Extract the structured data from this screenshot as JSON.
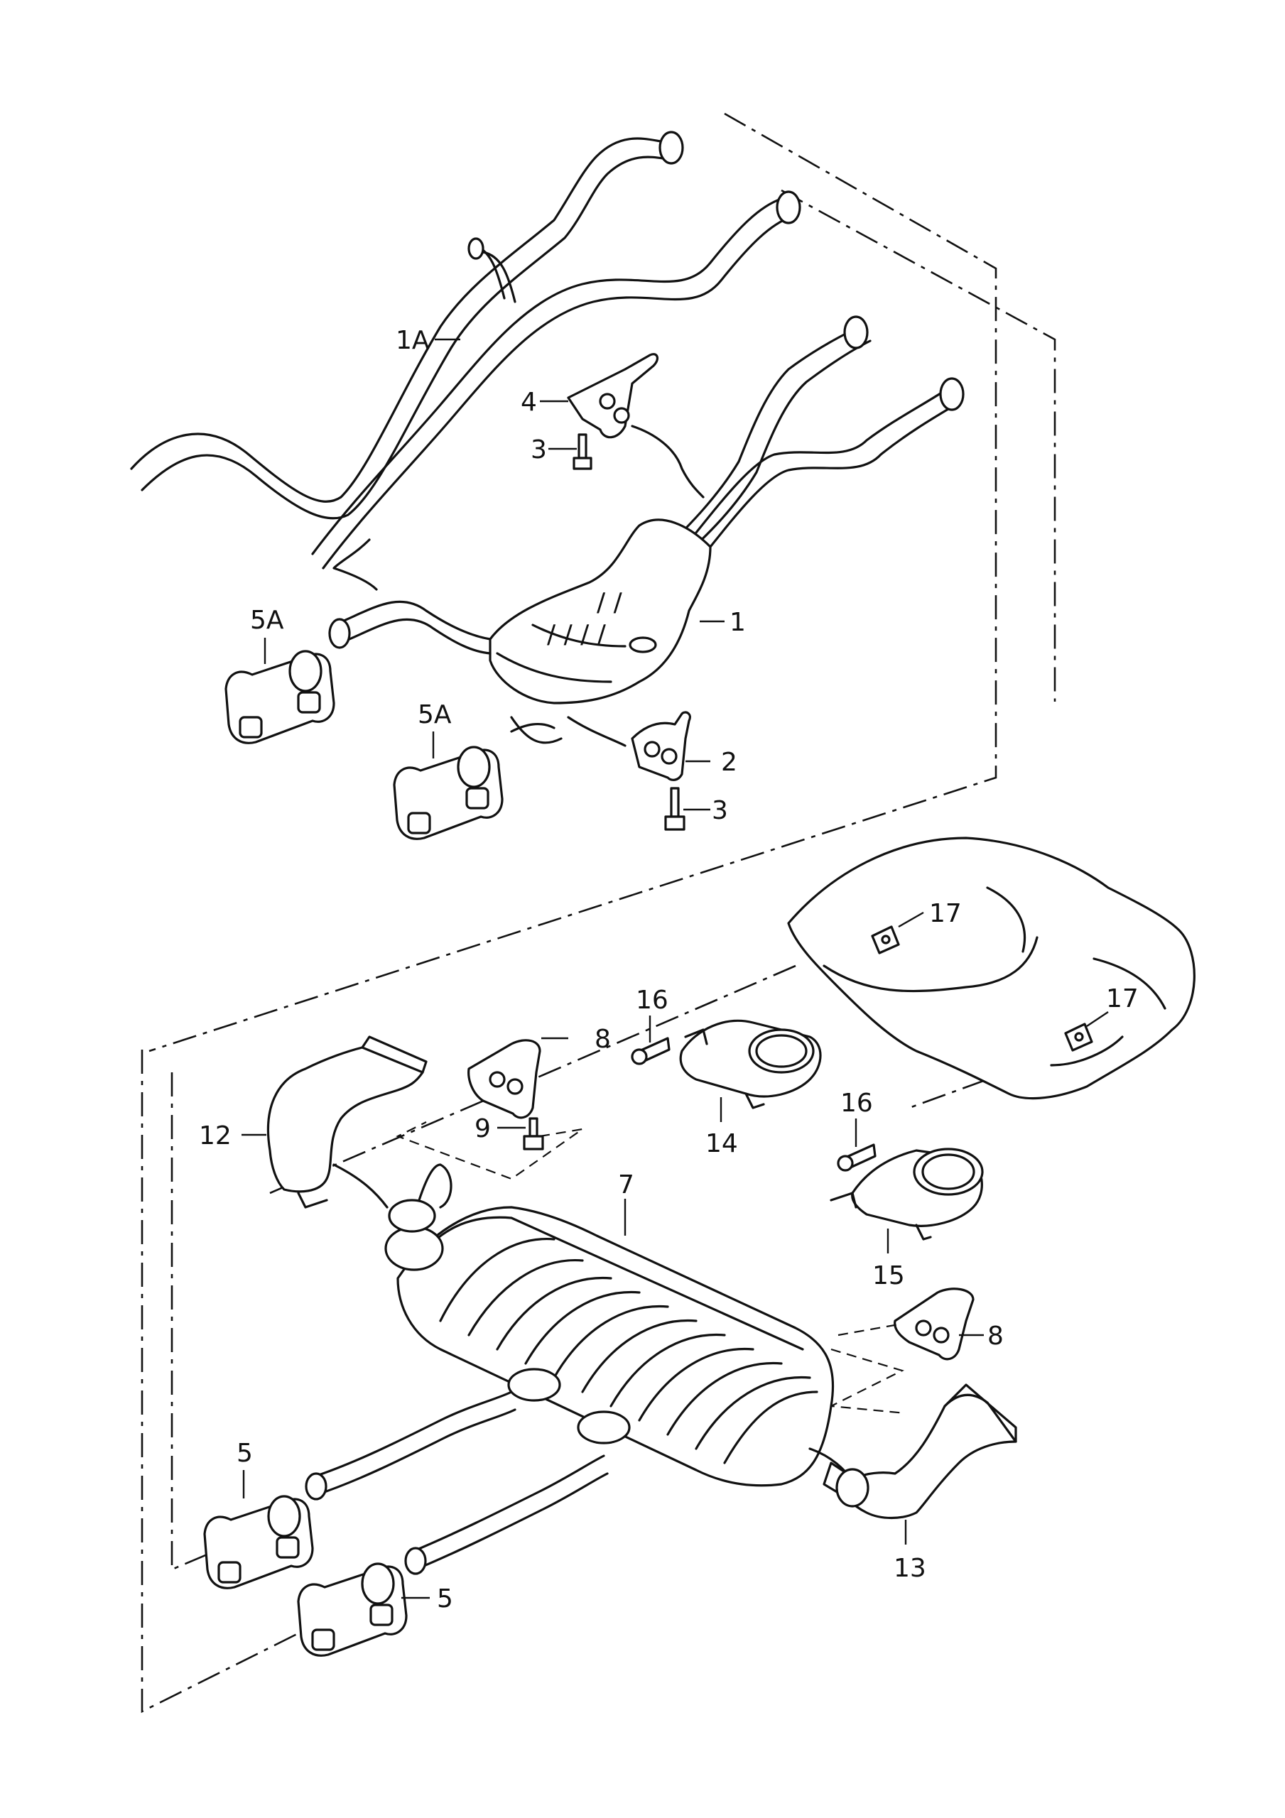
{
  "diagram": {
    "labels": {
      "l_1A": "1A",
      "l_4": "4",
      "l_3a": "3",
      "l_5A_a": "5A",
      "l_1": "1",
      "l_5A_b": "5A",
      "l_2": "2",
      "l_3b": "3",
      "l_17a": "17",
      "l_16a": "16",
      "l_8a": "8",
      "l_17b": "17",
      "l_12": "12",
      "l_9": "9",
      "l_14": "14",
      "l_16b": "16",
      "l_7": "7",
      "l_15": "15",
      "l_8b": "8",
      "l_5a": "5",
      "l_13": "13",
      "l_5b": "5"
    }
  }
}
